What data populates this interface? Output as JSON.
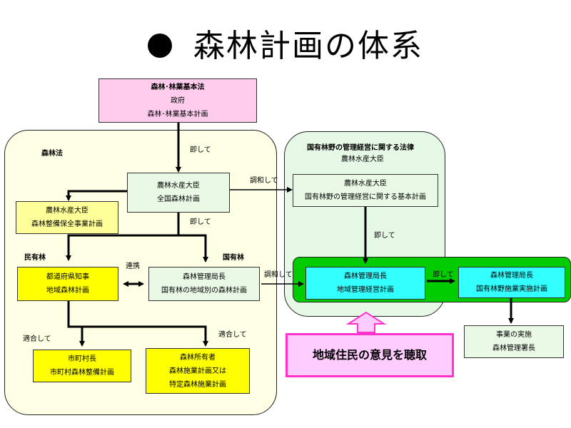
{
  "title": "森林計画の体系",
  "regions": {
    "shinrin_hou": "森林法",
    "kokuyu_hou_line1": "国有林野の管理経営に関する法律",
    "kokuyu_hou_line2": "農林水産大臣"
  },
  "boxes": {
    "top": {
      "line1": "森林･林業基本法",
      "line2": "政府",
      "line3": "森林･林業基本計画"
    },
    "zenkoku": {
      "line1": "農林水産大臣",
      "line2": "全国森林計画"
    },
    "seibi": {
      "line1": "農林水産大臣",
      "line2": "森林整備保全事業計画"
    },
    "kokuyu_kihon": {
      "line1": "農林水産大臣",
      "line2": "国有林野の管理経営に関する基本計画"
    },
    "todofuken": {
      "line1": "都道府県知事",
      "line2": "地域森林計画"
    },
    "kokuyu_chiiki": {
      "line1": "森林管理局長",
      "line2": "国有林の地域別の森林計画"
    },
    "kanri_keiei": {
      "line1": "森林管理局長",
      "line2": "地域管理経営計画"
    },
    "shisetsu": {
      "line1": "森林管理局長",
      "line2": "国有林野施業実施計画"
    },
    "shichoson": {
      "line1": "市町村長",
      "line2": "市町村森林整備計画"
    },
    "shoyusha": {
      "line1": "森林所有者",
      "line2": "森林施業計画又は",
      "line3": "特定森林施業計画"
    },
    "jigyo": {
      "line1": "事業の実施",
      "line2": "森林管理署長"
    },
    "iken": "地域住民の意見を聴取"
  },
  "labels": {
    "sokushite1": "即して",
    "sokushite2": "即して",
    "sokushite3": "即して",
    "sokushite4": "即して",
    "chowa1": "調和して",
    "chowa2": "調和して",
    "renkei": "連携",
    "minyu": "民有林",
    "kokuyu": "国有林",
    "tekigo1": "適合して",
    "tekigo2": "適合して"
  },
  "colors": {
    "pink": "#ffccee",
    "cream": "#ffffe6",
    "light_green": "#eaf9e6",
    "pale_yellow": "#ffff99",
    "yellow": "#ffff00",
    "bright_green": "#00cc00",
    "cyan": "#33ffff",
    "magenta": "#ff33cc",
    "light_pink": "#ffccff"
  }
}
